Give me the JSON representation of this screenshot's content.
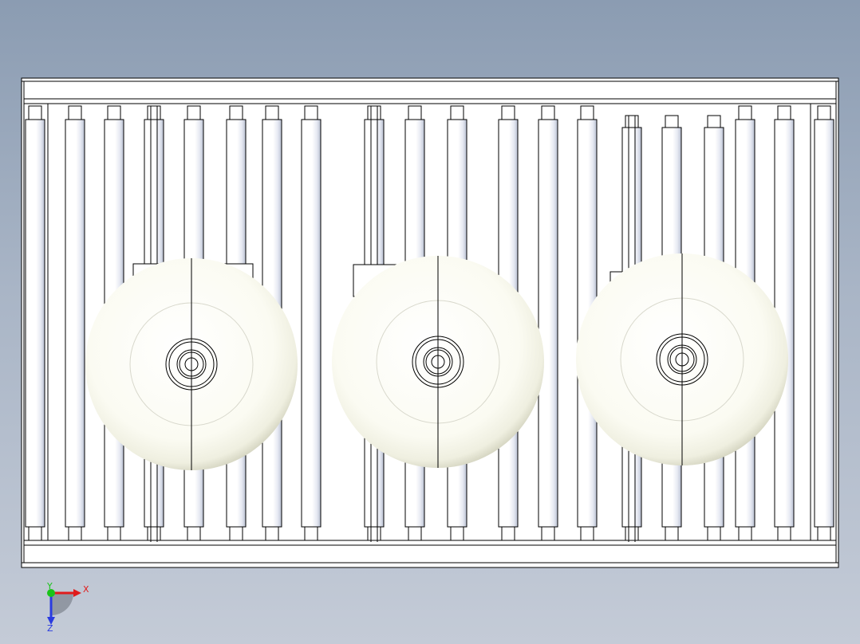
{
  "view": {
    "background_top": "#8b9cb2",
    "background_bottom": "#c4cbd7",
    "line_color": "#000000",
    "part_fill": "#ffffff",
    "wheel_fill": "#fbfbf2",
    "wheel_shadow": "#c9c9b3"
  },
  "model": {
    "roller_count": 20,
    "wheel_count": 3
  },
  "triad": {
    "x_label": "X",
    "y_label": "Y",
    "z_label": "Z",
    "x_color": "#e01b1b",
    "y_color": "#19c419",
    "z_color": "#2a3be0"
  }
}
